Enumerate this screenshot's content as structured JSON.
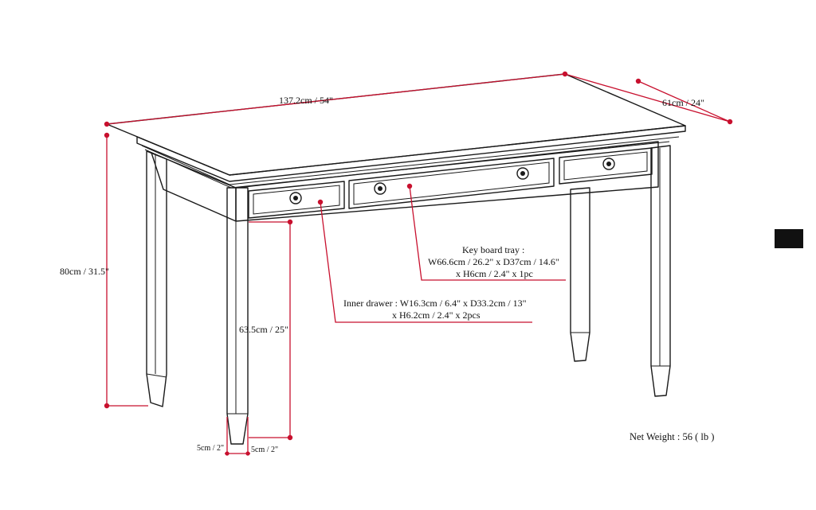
{
  "diagram": {
    "dimensions": {
      "width": "137.2cm / 54\"",
      "depth": "61cm / 24\"",
      "height": "80cm / 31.5\"",
      "clearance": "63.5cm / 25\"",
      "leg_left": "5cm / 2\"",
      "leg_right": "5cm / 2\""
    },
    "keyboard_tray": {
      "line1": "Key board tray :",
      "line2": "W66.6cm / 26.2\" x D37cm / 14.6\"",
      "line3": "x H6cm / 2.4\" x 1pc"
    },
    "inner_drawer": {
      "line1": "Inner drawer : W16.3cm / 6.4\" x D33.2cm / 13\"",
      "line2": "x H6.2cm / 2.4\" x 2pcs"
    },
    "net_weight": "Net Weight : 56 ( lb )"
  },
  "colors": {
    "dimension_lines": "#c8102e",
    "outline": "#1a1a1a",
    "side_tab": "#111111"
  }
}
